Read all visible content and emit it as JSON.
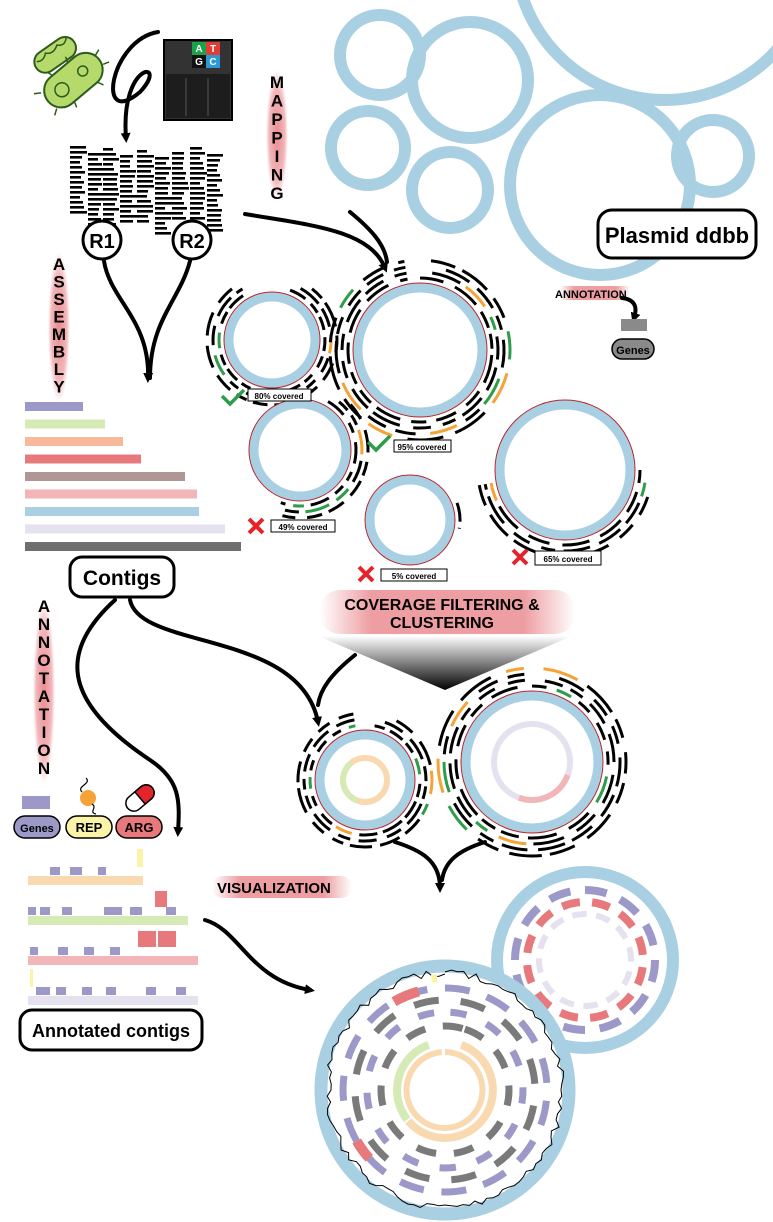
{
  "colors": {
    "plasmid": "#a9cfe2",
    "highlight": "#e9868b",
    "genes": "#9c98c8",
    "rep": "#fbf4a8",
    "arg": "#e7787b",
    "mapped_good": "#2e9c4a",
    "mapped_edge": "#f5a237"
  },
  "labels": {
    "plasmid_db": "Plasmid ddbb",
    "annotation_small": "ANNOTATION",
    "genes": "Genes",
    "read1": "R1",
    "read2": "R2",
    "sequencer_bases": [
      "A",
      "T",
      "G",
      "C"
    ],
    "mapping_letters": [
      "M",
      "A",
      "P",
      "P",
      "I",
      "N",
      "G"
    ],
    "assembly_letters": [
      "A",
      "S",
      "S",
      "E",
      "M",
      "B",
      "L",
      "Y"
    ],
    "annotation_letters": [
      "A",
      "N",
      "N",
      "O",
      "T",
      "A",
      "T",
      "I",
      "O",
      "N"
    ],
    "contigs": "Contigs",
    "coverage_line1": "COVERAGE FILTERING &",
    "coverage_line2": "CLUSTERING",
    "legend_genes": "Genes",
    "legend_rep": "REP",
    "legend_arg": "ARG",
    "visualization": "VISUALIZATION",
    "annotated_contigs": "Annotated contigs"
  },
  "coverage_results": [
    {
      "label": "80% covered",
      "passed": true
    },
    {
      "label": "95% covered",
      "passed": true
    },
    {
      "label": "49% covered",
      "passed": false
    },
    {
      "label": "5% covered",
      "passed": false
    },
    {
      "label": "65% covered",
      "passed": false
    }
  ],
  "contig_colors": [
    "#9c98c8",
    "#d6eab6",
    "#f8b99a",
    "#e7787b",
    "#b09694",
    "#f2b6b8",
    "#a9cfe2",
    "#e6e1ef",
    "#6e6e6e"
  ]
}
